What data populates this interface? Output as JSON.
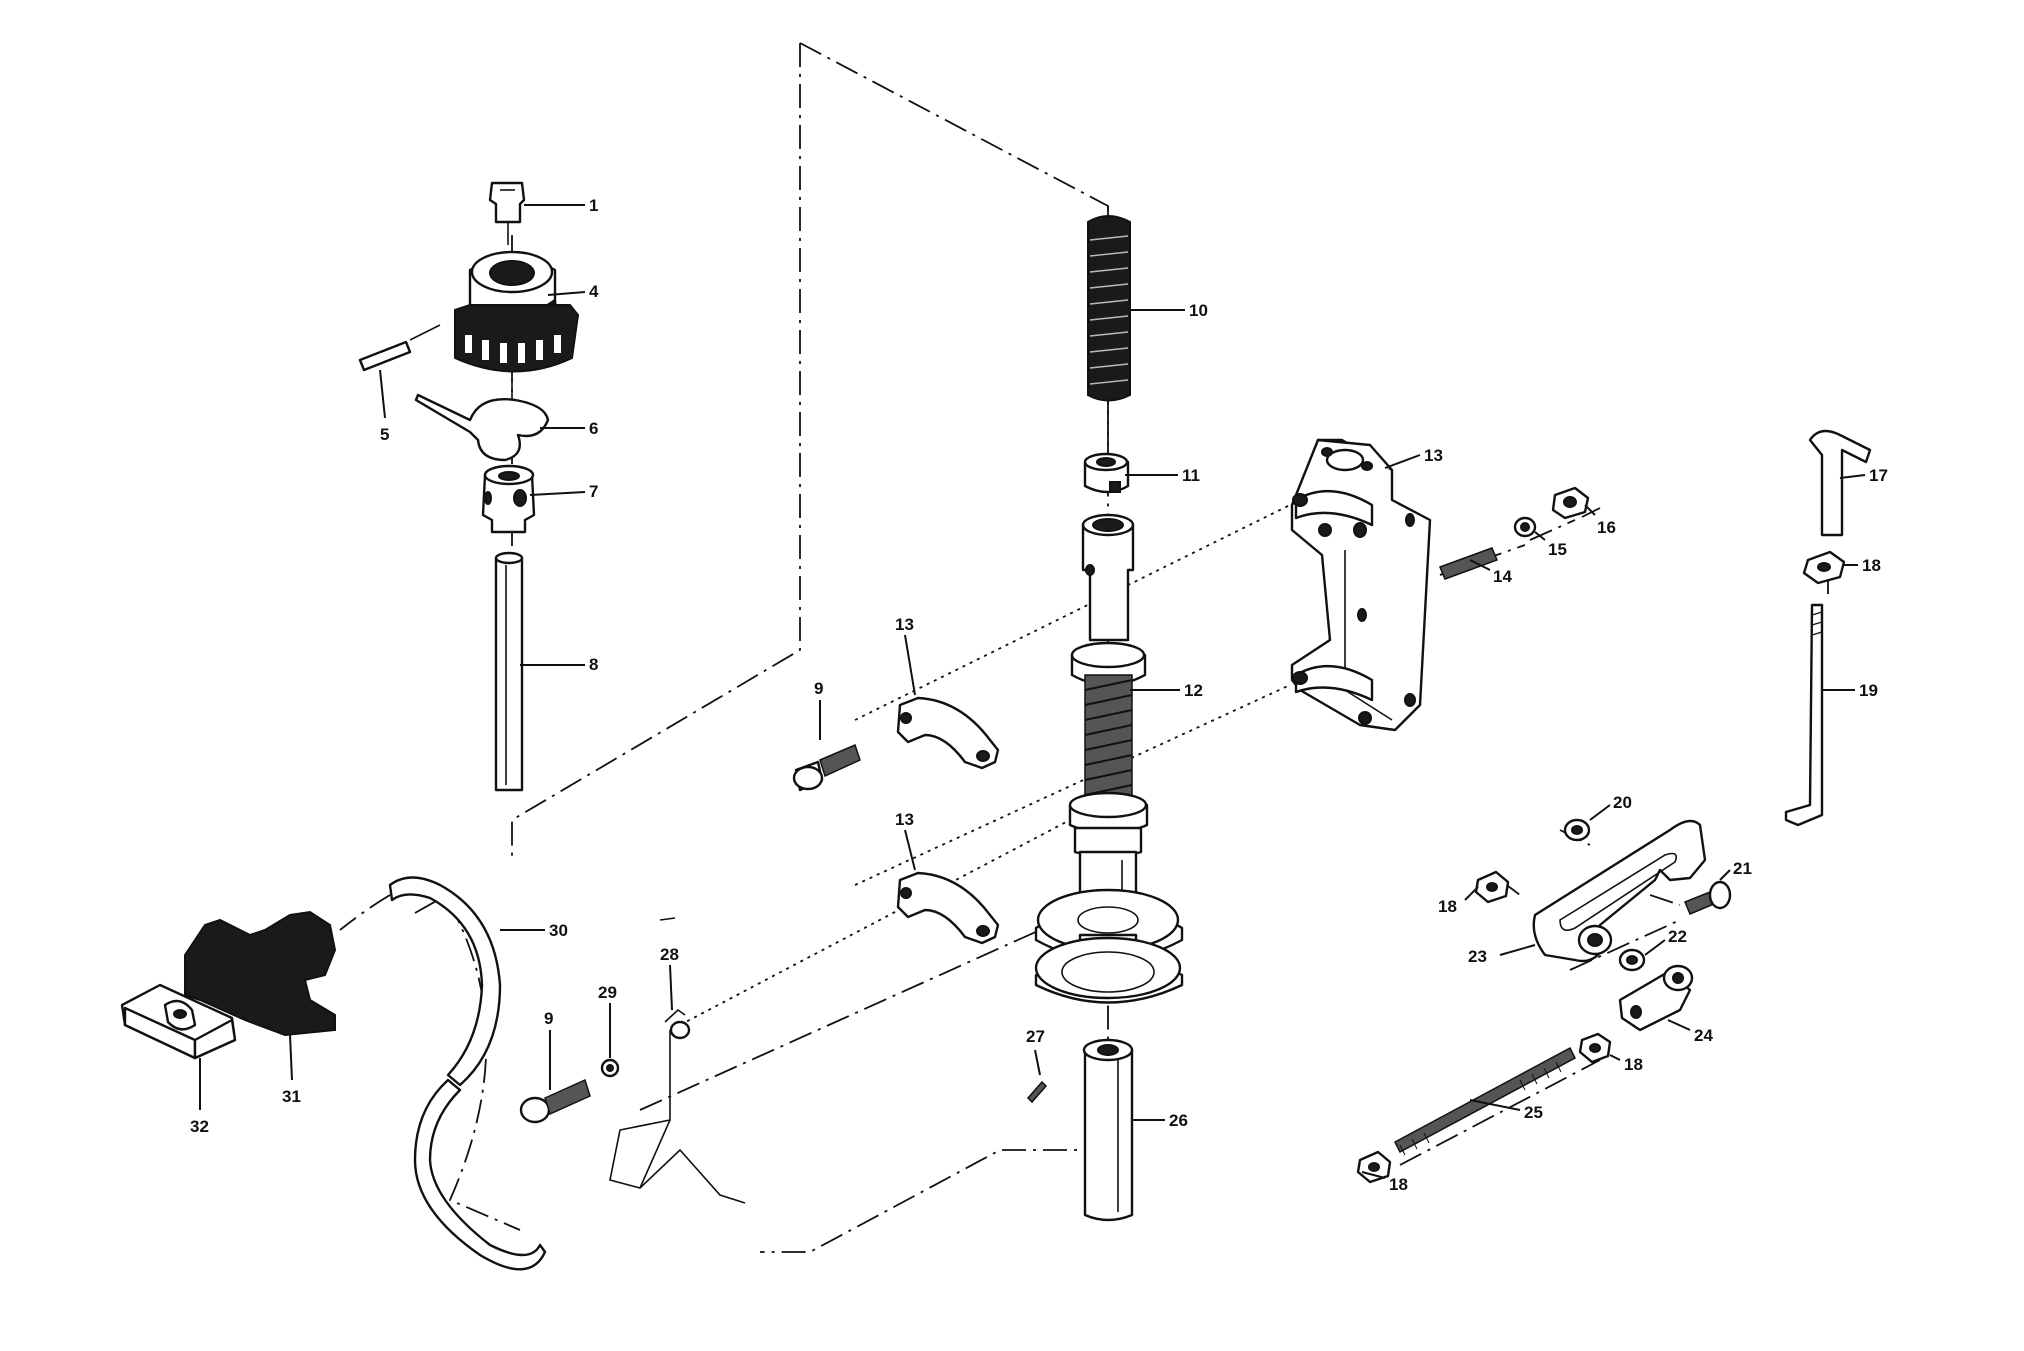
{
  "labels": [
    {
      "id": "p1",
      "text": "1"
    },
    {
      "id": "p4",
      "text": "4"
    },
    {
      "id": "p5",
      "text": "5"
    },
    {
      "id": "p6",
      "text": "6"
    },
    {
      "id": "p7",
      "text": "7"
    },
    {
      "id": "p8",
      "text": "8"
    },
    {
      "id": "p9a",
      "text": "9"
    },
    {
      "id": "p9b",
      "text": "9"
    },
    {
      "id": "p10",
      "text": "10"
    },
    {
      "id": "p11",
      "text": "11"
    },
    {
      "id": "p12",
      "text": "12"
    },
    {
      "id": "p13a",
      "text": "13"
    },
    {
      "id": "p13b",
      "text": "13"
    },
    {
      "id": "p13c",
      "text": "13"
    },
    {
      "id": "p14",
      "text": "14"
    },
    {
      "id": "p15",
      "text": "15"
    },
    {
      "id": "p16",
      "text": "16"
    },
    {
      "id": "p17",
      "text": "17"
    },
    {
      "id": "p18a",
      "text": "18"
    },
    {
      "id": "p18b",
      "text": "18"
    },
    {
      "id": "p18c",
      "text": "18"
    },
    {
      "id": "p18d",
      "text": "18"
    },
    {
      "id": "p19",
      "text": "19"
    },
    {
      "id": "p20",
      "text": "20"
    },
    {
      "id": "p21",
      "text": "21"
    },
    {
      "id": "p22",
      "text": "22"
    },
    {
      "id": "p23",
      "text": "23"
    },
    {
      "id": "p24",
      "text": "24"
    },
    {
      "id": "p25",
      "text": "25"
    },
    {
      "id": "p26",
      "text": "26"
    },
    {
      "id": "p27",
      "text": "27"
    },
    {
      "id": "p28",
      "text": "28"
    },
    {
      "id": "p29",
      "text": "29"
    },
    {
      "id": "p30",
      "text": "30"
    },
    {
      "id": "p31",
      "text": "31"
    },
    {
      "id": "p32",
      "text": "32"
    }
  ]
}
